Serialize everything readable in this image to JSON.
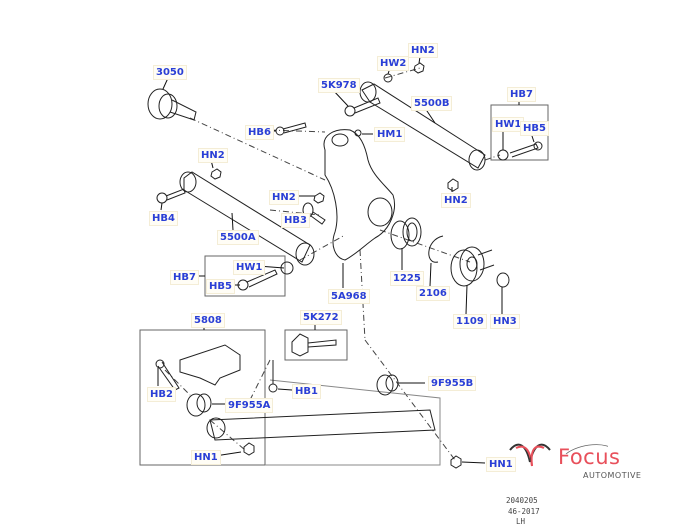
{
  "diagram": {
    "title": "Rear suspension exploded parts diagram",
    "labels": [
      {
        "id": "3050",
        "text": "3050"
      },
      {
        "id": "HB6",
        "text": "HB6"
      },
      {
        "id": "5K978",
        "text": "5K978"
      },
      {
        "id": "HW2",
        "text": "HW2"
      },
      {
        "id": "HN2-top",
        "text": "HN2"
      },
      {
        "id": "5500B",
        "text": "5500B"
      },
      {
        "id": "HM1",
        "text": "HM1"
      },
      {
        "id": "HB7-right",
        "text": "HB7"
      },
      {
        "id": "HW1-right",
        "text": "HW1"
      },
      {
        "id": "HB5-right",
        "text": "HB5"
      },
      {
        "id": "HN2-right",
        "text": "HN2"
      },
      {
        "id": "HN2-left",
        "text": "HN2"
      },
      {
        "id": "HB4",
        "text": "HB4"
      },
      {
        "id": "HN2-mid",
        "text": "HN2"
      },
      {
        "id": "HB3",
        "text": "HB3"
      },
      {
        "id": "5500A",
        "text": "5500A"
      },
      {
        "id": "HB7-left",
        "text": "HB7"
      },
      {
        "id": "HW1-left",
        "text": "HW1"
      },
      {
        "id": "HB5-left",
        "text": "HB5"
      },
      {
        "id": "5A968",
        "text": "5A968"
      },
      {
        "id": "1225",
        "text": "1225"
      },
      {
        "id": "2106",
        "text": "2106"
      },
      {
        "id": "1109",
        "text": "1109"
      },
      {
        "id": "HN3",
        "text": "HN3"
      },
      {
        "id": "5808",
        "text": "5808"
      },
      {
        "id": "5K272",
        "text": "5K272"
      },
      {
        "id": "HB2",
        "text": "HB2"
      },
      {
        "id": "HB1",
        "text": "HB1"
      },
      {
        "id": "9F955A",
        "text": "9F955A"
      },
      {
        "id": "9F955B",
        "text": "9F955B"
      },
      {
        "id": "HN1-left",
        "text": "HN1"
      },
      {
        "id": "HN1-right",
        "text": "HN1"
      }
    ],
    "label_color": "#2a3fd6",
    "reference": {
      "line1": "2040205",
      "line2": "46-2017",
      "line3": "LH"
    }
  },
  "branding": {
    "name": "Focus",
    "subtitle": "AUTOMOTIVE",
    "color": "#e8505b"
  }
}
